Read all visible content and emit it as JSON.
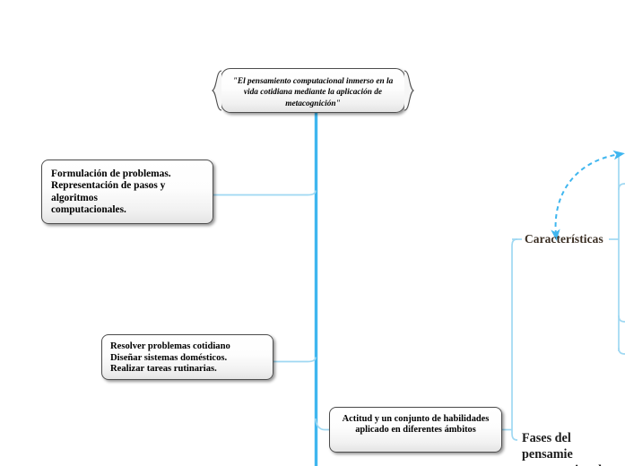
{
  "diagram": {
    "type": "mind-map",
    "background_color": "#ffffff",
    "trunk_color": "#3fb6ef",
    "branch_color": "#9fd8f2",
    "node_border_color": "#4d4d4d",
    "node_text_color": "#000000",
    "label_text_color": "#3b2f24"
  },
  "root": {
    "name": "central-topic",
    "text": "\"El pensamiento computacional inmerso en la vida cotidiana mediante la aplicación de metacognición\""
  },
  "nodes": [
    {
      "name": "formulacion-node",
      "text": "Formulación de problemas.\nRepresentación de pasos y algoritmos\ncomputacionales."
    },
    {
      "name": "resolver-node",
      "text": "Resolver problemas cotidiano\nDiseñar sistemas domésticos.\nRealizar tareas rutinarias."
    },
    {
      "name": "actitud-node",
      "text": "Actitud y un conjunto de habilidades aplicado en diferentes ámbitos"
    }
  ],
  "labels": [
    {
      "name": "caracteristicas-label",
      "text": "Características"
    },
    {
      "name": "fases-label",
      "text": "Fases del pensamie\ncomputacional"
    }
  ],
  "connectors": {
    "trunk": "vertical main spine",
    "dashed_arrow": "double-headed dashed curve"
  }
}
